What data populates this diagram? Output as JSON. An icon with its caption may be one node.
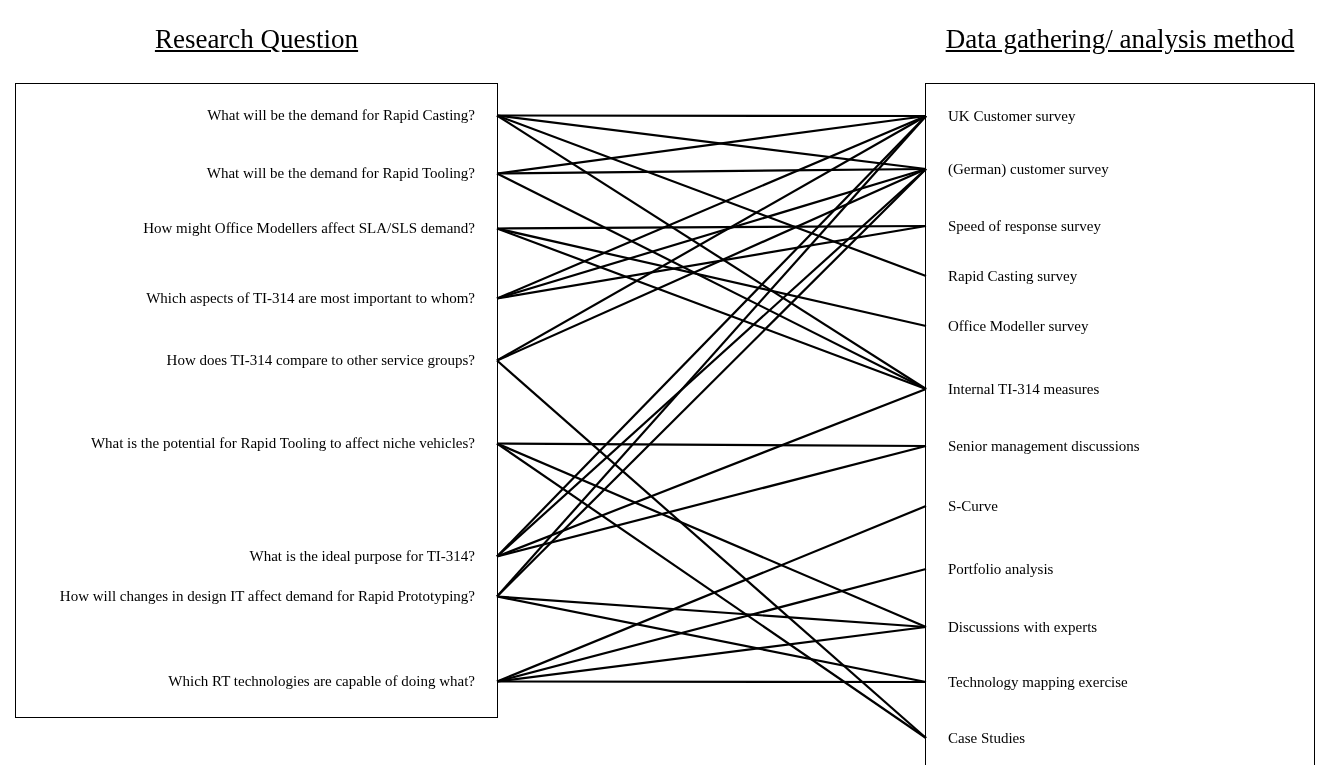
{
  "diagram": {
    "nodes": [
      {
        "text": [
          "Research Question"
        ]
      },
      {
        "text": [
          "Data gathering/ analysis method"
        ]
      },
      {
        "text": [
          "What will be the demand for Rapid Casting?"
        ],
        "in": 0
      },
      {
        "text": [
          "What will be the demand for Rapid Tooling?"
        ],
        "in": 0
      },
      {
        "text": [
          "How might Office Modellers affect SLA/SLS demand?"
        ],
        "in": 0
      },
      {
        "text": [
          "Which aspects of TI-314 are most important to whom?"
        ],
        "in": 0
      },
      {
        "text": [
          "How does TI-314 compare to other service groups?"
        ],
        "in": 0
      },
      {
        "text": [
          "What is the potential for Rapid Tooling to affect niche vehicles?"
        ],
        "in": 0
      },
      {
        "text": [
          "What is the ideal purpose for TI-314?"
        ],
        "in": 0
      },
      {
        "text": [
          "How will changes in design IT affect demand for Rapid Prototyping?"
        ],
        "in": 0
      },
      {
        "text": [
          "Which RT technologies are capable of doing what?"
        ],
        "in": 0
      },
      {
        "text": [
          "UK Customer survey"
        ],
        "in": 1
      },
      {
        "text": [
          "(German) customer survey"
        ],
        "in": 1
      },
      {
        "text": [
          "Speed of response survey"
        ],
        "in": 1
      },
      {
        "text": [
          "Rapid Casting survey"
        ],
        "in": 1
      },
      {
        "text": [
          "Office Modeller survey"
        ],
        "in": 1
      },
      {
        "text": [
          "Internal TI-314 measures"
        ],
        "in": 1
      },
      {
        "text": [
          "Senior management discussions"
        ],
        "in": 1
      },
      {
        "text": [
          "S-Curve"
        ],
        "in": 1
      },
      {
        "text": [
          "Portfolio analysis"
        ],
        "in": 1
      },
      {
        "text": [
          "Discussions with experts"
        ],
        "in": 1
      },
      {
        "text": [
          "Technology mapping exercise"
        ],
        "in": 1
      },
      {
        "text": [
          "Case Studies"
        ],
        "in": 1
      }
    ],
    "edges": [
      {
        "from": 2,
        "to": 11,
        "arrow": "none"
      },
      {
        "from": 2,
        "to": 12,
        "arrow": "none"
      },
      {
        "from": 2,
        "to": 14,
        "arrow": "none"
      },
      {
        "from": 2,
        "to": 16,
        "arrow": "none"
      },
      {
        "from": 3,
        "to": 11,
        "arrow": "none"
      },
      {
        "from": 3,
        "to": 12,
        "arrow": "none"
      },
      {
        "from": 3,
        "to": 16,
        "arrow": "none"
      },
      {
        "from": 4,
        "to": 13,
        "arrow": "none"
      },
      {
        "from": 4,
        "to": 15,
        "arrow": "none"
      },
      {
        "from": 4,
        "to": 16,
        "arrow": "none"
      },
      {
        "from": 5,
        "to": 11,
        "arrow": "none"
      },
      {
        "from": 5,
        "to": 12,
        "arrow": "none"
      },
      {
        "from": 5,
        "to": 13,
        "arrow": "none"
      },
      {
        "from": 6,
        "to": 11,
        "arrow": "none"
      },
      {
        "from": 6,
        "to": 12,
        "arrow": "none"
      },
      {
        "from": 6,
        "to": 22,
        "arrow": "none"
      },
      {
        "from": 7,
        "to": 17,
        "arrow": "none"
      },
      {
        "from": 7,
        "to": 20,
        "arrow": "none"
      },
      {
        "from": 7,
        "to": 22,
        "arrow": "none"
      },
      {
        "from": 8,
        "to": 11,
        "arrow": "none"
      },
      {
        "from": 8,
        "to": 12,
        "arrow": "none"
      },
      {
        "from": 8,
        "to": 16,
        "arrow": "none"
      },
      {
        "from": 8,
        "to": 17,
        "arrow": "none"
      },
      {
        "from": 9,
        "to": 11,
        "arrow": "none"
      },
      {
        "from": 9,
        "to": 12,
        "arrow": "none"
      },
      {
        "from": 9,
        "to": 20,
        "arrow": "none"
      },
      {
        "from": 9,
        "to": 21,
        "arrow": "none"
      },
      {
        "from": 10,
        "to": 18,
        "arrow": "none"
      },
      {
        "from": 10,
        "to": 19,
        "arrow": "none"
      },
      {
        "from": 10,
        "to": 20,
        "arrow": "none"
      },
      {
        "from": 10,
        "to": 21,
        "arrow": "none"
      }
    ]
  }
}
